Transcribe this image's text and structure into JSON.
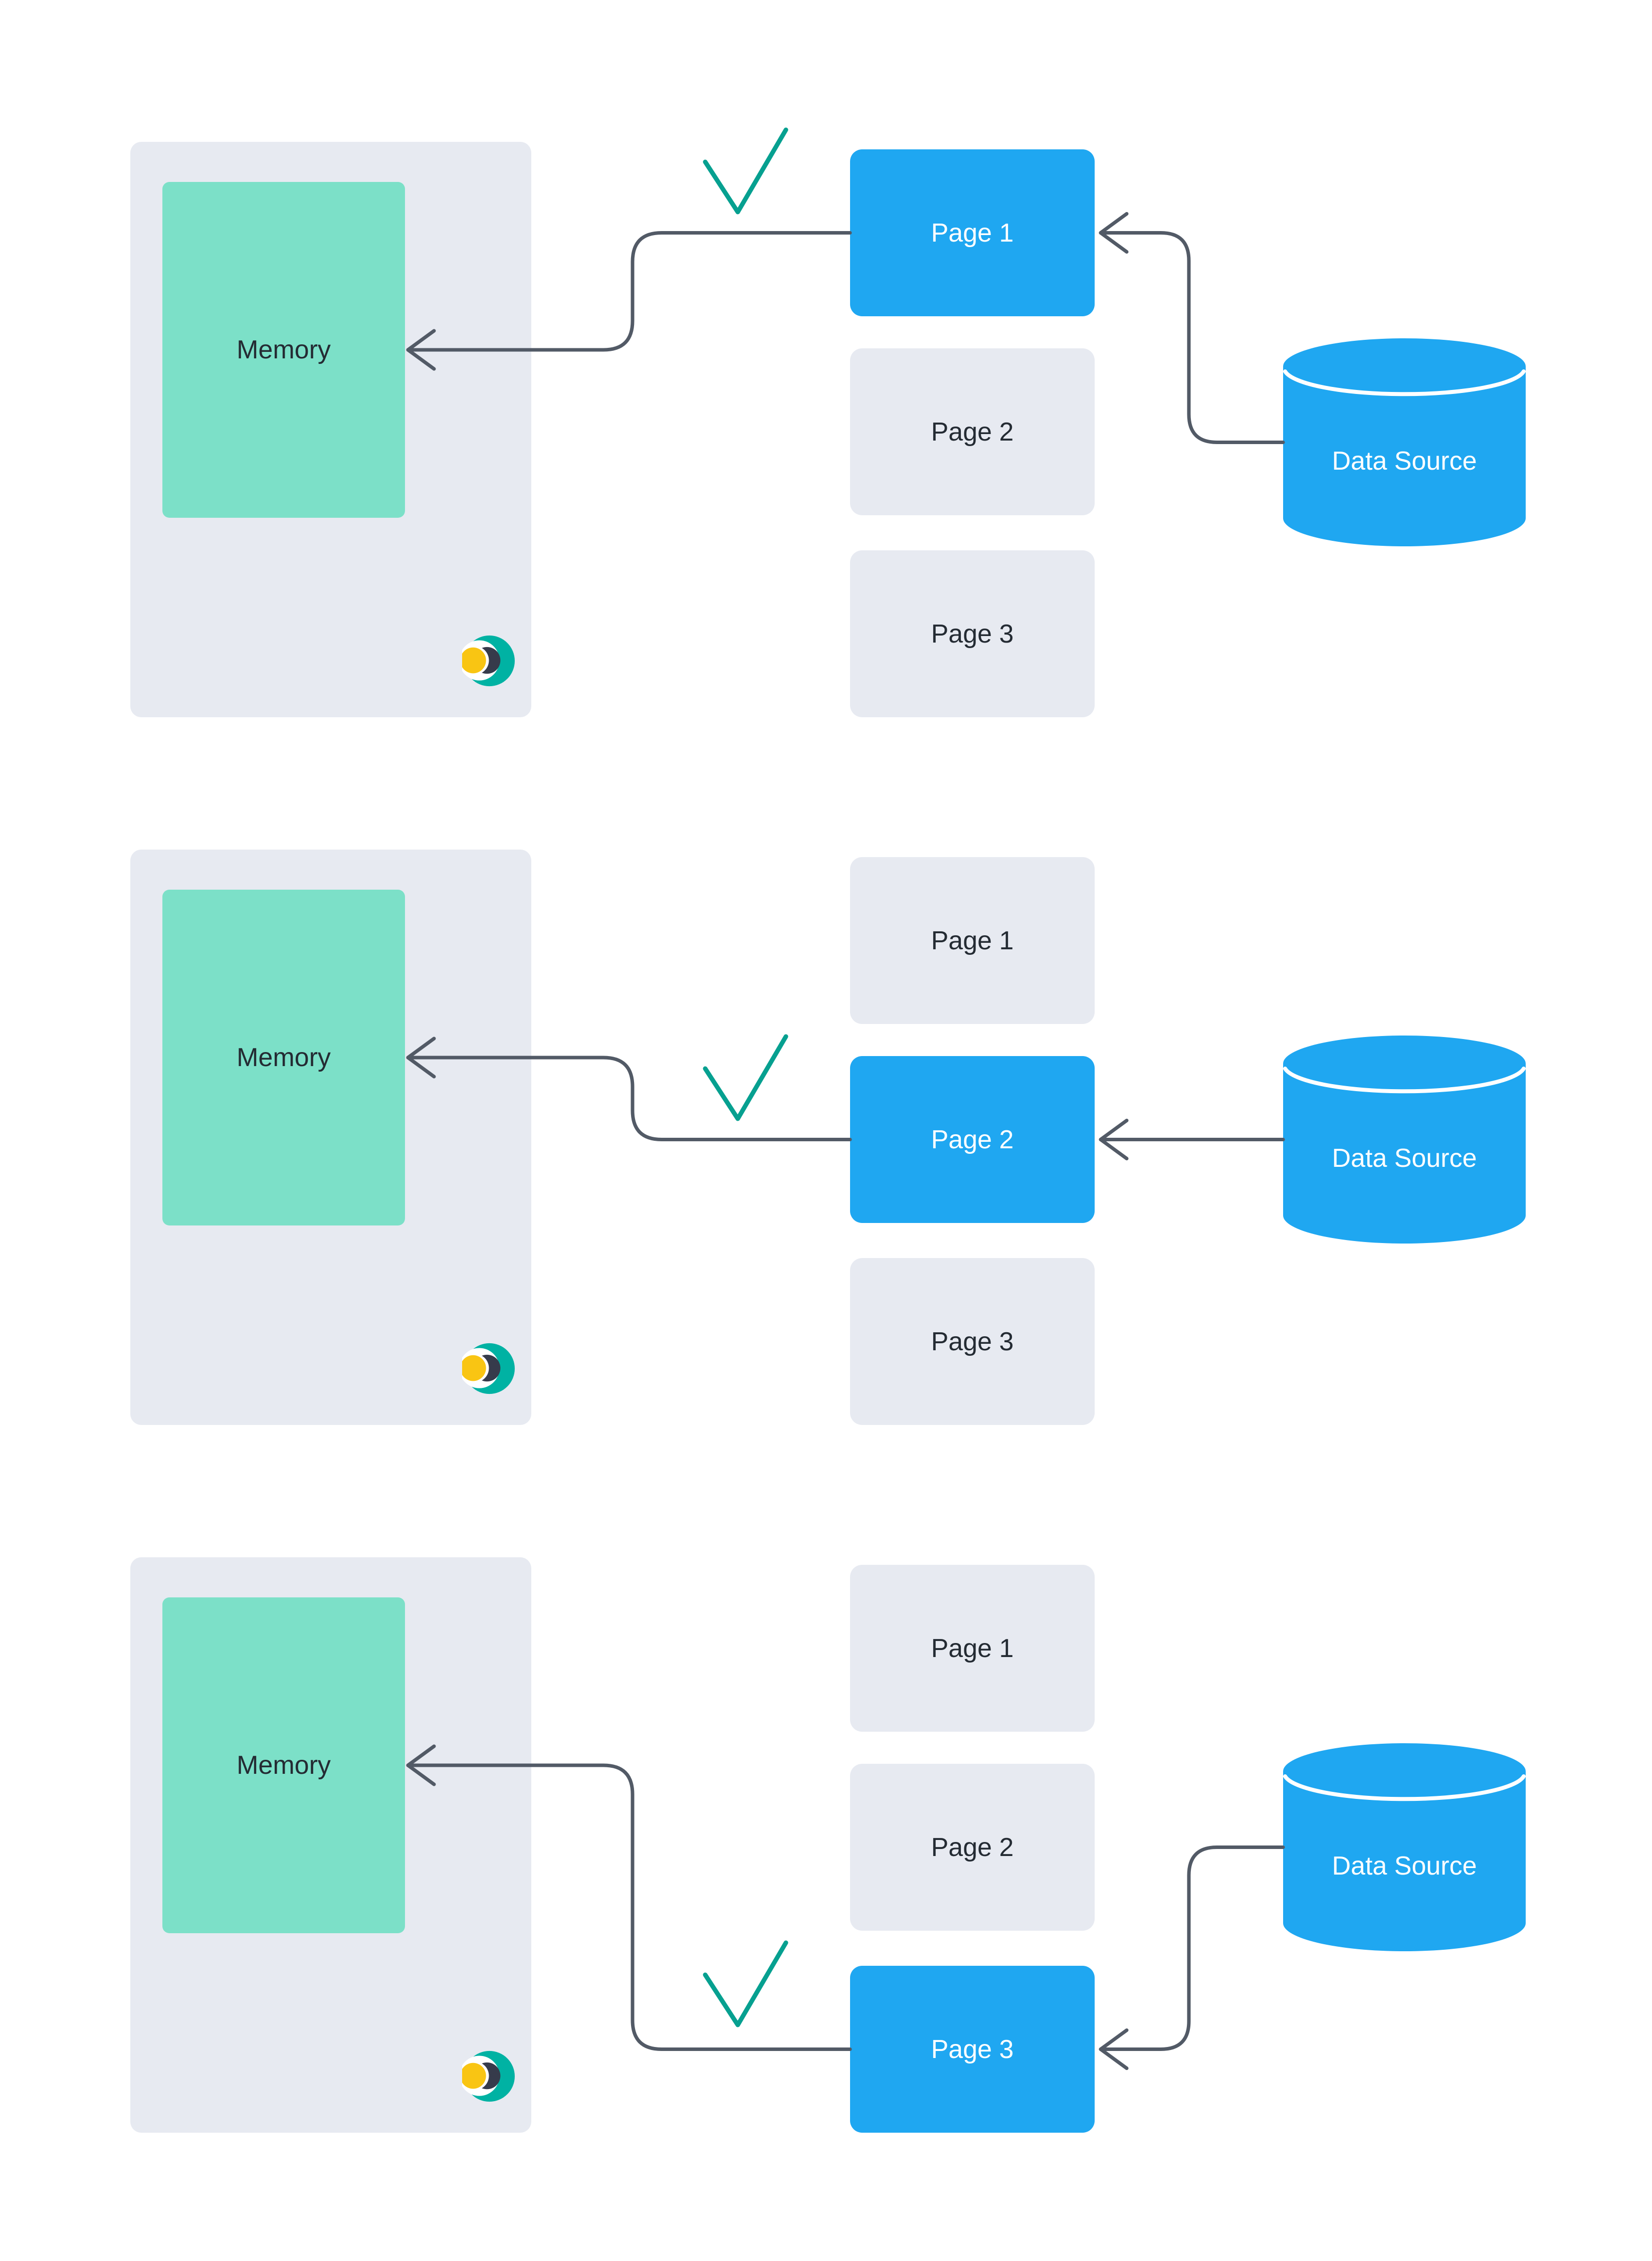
{
  "colors": {
    "background": "#FFFFFF",
    "panel": "#E7EAF1",
    "memory": "#7CE0C8",
    "page_inactive": "#E7EAF1",
    "page_active": "#1FA7F1",
    "cylinder": "#1FA7F1",
    "arrow": "#525A66",
    "check": "#06A090",
    "text_dark": "#242B33",
    "text_light": "#FFFFFF",
    "logo_teal": "#00B2A3",
    "logo_dark": "#363B4B",
    "logo_yellow": "#F9C513"
  },
  "sections": [
    {
      "memory_label": "Memory",
      "datasource_label": "Data Source",
      "pages": [
        {
          "label": "Page 1",
          "active": true
        },
        {
          "label": "Page 2",
          "active": false
        },
        {
          "label": "Page 3",
          "active": false
        }
      ]
    },
    {
      "memory_label": "Memory",
      "datasource_label": "Data Source",
      "pages": [
        {
          "label": "Page 1",
          "active": false
        },
        {
          "label": "Page 2",
          "active": true
        },
        {
          "label": "Page 3",
          "active": false
        }
      ]
    },
    {
      "memory_label": "Memory",
      "datasource_label": "Data Source",
      "pages": [
        {
          "label": "Page 1",
          "active": false
        },
        {
          "label": "Page 2",
          "active": false
        },
        {
          "label": "Page 3",
          "active": true
        }
      ]
    }
  ]
}
